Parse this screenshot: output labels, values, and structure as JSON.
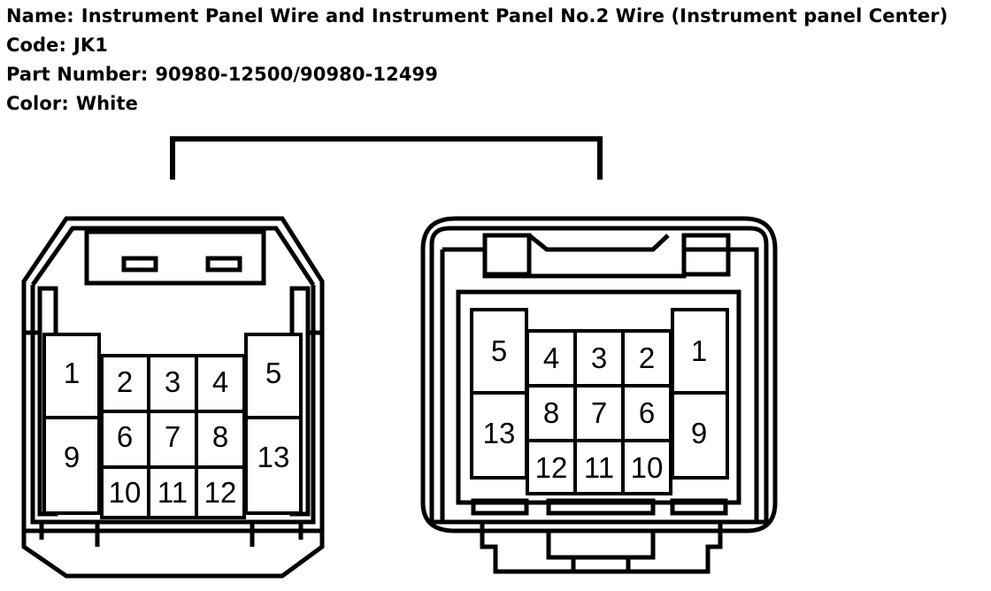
{
  "info": {
    "name_label": "Name:",
    "name_value": "Instrument Panel Wire and Instrument Panel No.2 Wire (Instrument panel Center)",
    "code_label": "Code:",
    "code_value": "JK1",
    "part_label": "Part Number:",
    "part_value": "90980-12500/90980-12499",
    "color_label": "Color:",
    "color_value": "White"
  },
  "left_connector_pins": [
    "1",
    "2",
    "3",
    "4",
    "5",
    "6",
    "7",
    "8",
    "9",
    "10",
    "11",
    "12",
    "13"
  ],
  "right_connector_pins": [
    "1",
    "2",
    "3",
    "4",
    "5",
    "6",
    "7",
    "8",
    "9",
    "10",
    "11",
    "12",
    "13"
  ]
}
